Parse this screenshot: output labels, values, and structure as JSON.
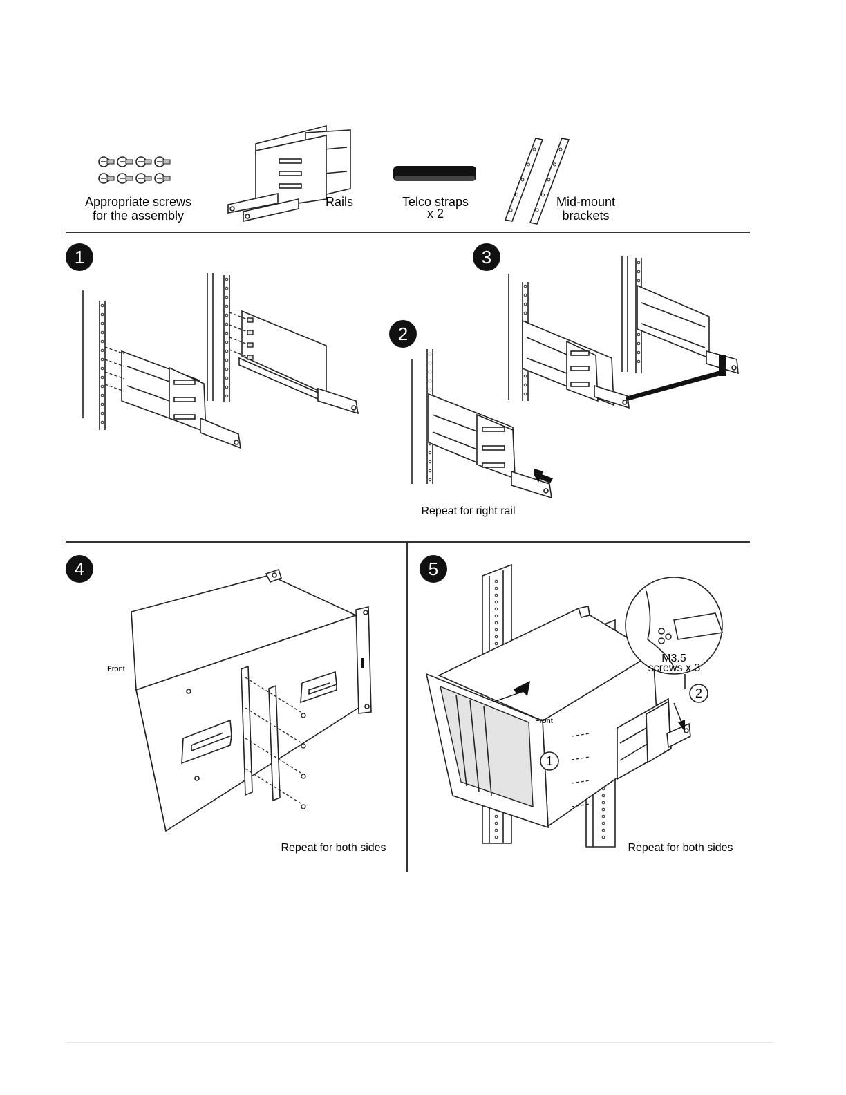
{
  "parts": {
    "screws_label_line1": "Appropriate screws",
    "screws_label_line2": "for the assembly",
    "rails_label": "Rails",
    "straps_label_line1": "Telco straps",
    "straps_label_line2": "x 2",
    "brackets_label_line1": "Mid-mount",
    "brackets_label_line2": "brackets"
  },
  "steps": [
    {
      "number": "1"
    },
    {
      "number": "2",
      "caption": "Repeat for right rail"
    },
    {
      "number": "3"
    },
    {
      "number": "4",
      "caption": "Repeat for both sides",
      "front_label": "Front"
    },
    {
      "number": "5",
      "caption": "Repeat for both sides",
      "front_label": "Front",
      "callout_label_line1": "M3.5",
      "callout_label_line2": "screws x 3",
      "sub_step_1": "1",
      "sub_step_2": "2"
    }
  ]
}
